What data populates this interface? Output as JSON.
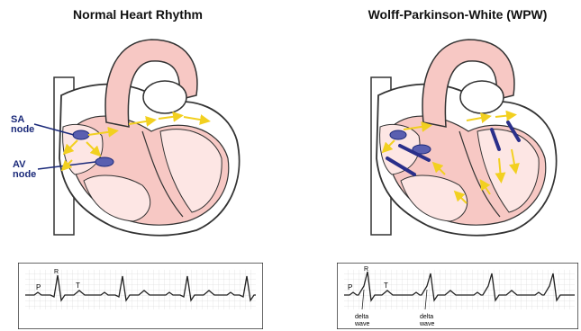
{
  "titles": {
    "normal": "Normal Heart Rhythm",
    "wpw": "Wolff-Parkinson-White (WPW)"
  },
  "labels": {
    "sa_node": [
      "SA",
      "node"
    ],
    "av_node": [
      "AV",
      "node"
    ]
  },
  "ecg_labels": {
    "r": "R",
    "p": "P",
    "t": "T",
    "delta": [
      "delta",
      "wave"
    ]
  },
  "colors": {
    "conduction_arrow": "#f2d020",
    "node": "#5a5fb0",
    "accessory_pathway": "#2a2f8a",
    "heart_tissue": "#f7c8c4",
    "grid": "#bdbdbd"
  },
  "icons": [
    "yellow-conduction-arrow",
    "node-ellipse",
    "accessory-pathway-bar"
  ]
}
